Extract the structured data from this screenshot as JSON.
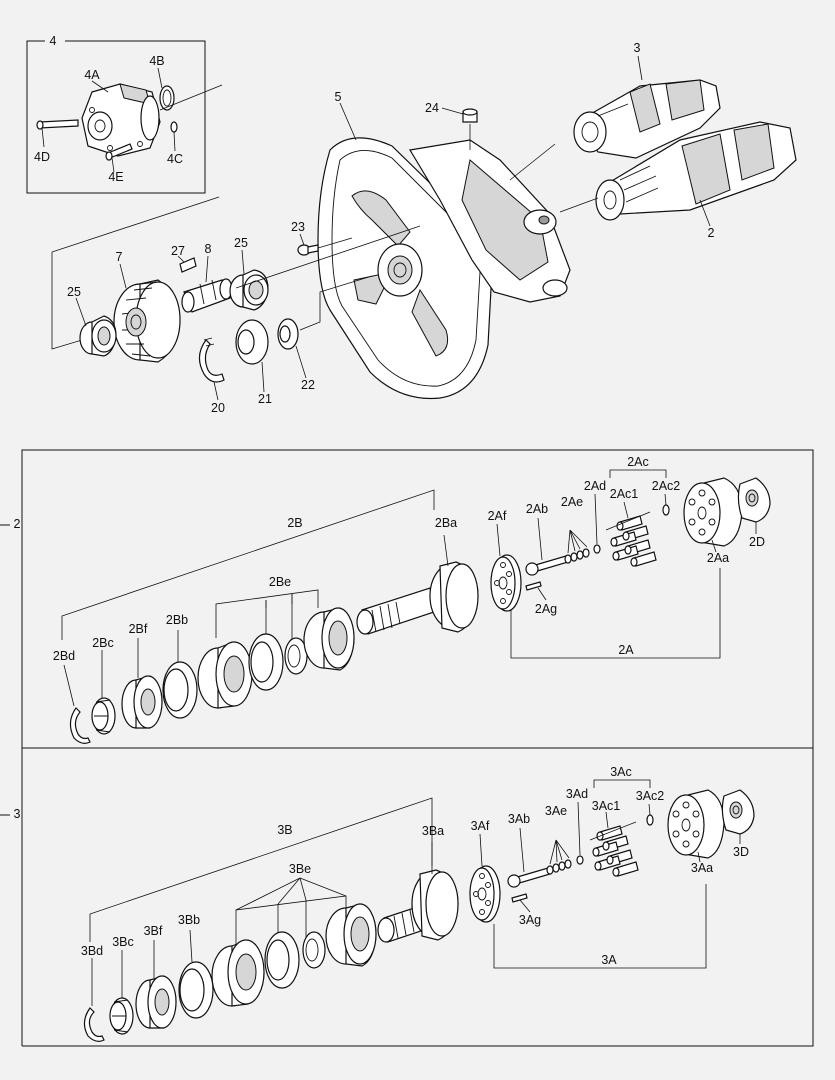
{
  "labels": {
    "l4": "4",
    "l4A": "4A",
    "l4B": "4B",
    "l4C": "4C",
    "l4D": "4D",
    "l4E": "4E",
    "l5": "5",
    "l3": "3",
    "l24": "24",
    "l2": "2",
    "l23": "23",
    "l27": "27",
    "l8": "8",
    "l25a": "25",
    "l7": "7",
    "l25b": "25",
    "l20": "20",
    "l21": "21",
    "l22": "22",
    "s2": "2",
    "l2B": "2B",
    "l2Ba": "2Ba",
    "l2Af": "2Af",
    "l2Ab": "2Ab",
    "l2Ae": "2Ae",
    "l2Ad": "2Ad",
    "l2Ac": "2Ac",
    "l2Ac1": "2Ac1",
    "l2Ac2": "2Ac2",
    "l2Aa": "2Aa",
    "l2D": "2D",
    "l2Ag": "2Ag",
    "l2A": "2A",
    "l2Be": "2Be",
    "l2Bd": "2Bd",
    "l2Bc": "2Bc",
    "l2Bf": "2Bf",
    "l2Bb": "2Bb",
    "s3": "3",
    "l3B": "3B",
    "l3Ba": "3Ba",
    "l3Af": "3Af",
    "l3Ab": "3Ab",
    "l3Ae": "3Ae",
    "l3Ad": "3Ad",
    "l3Ac": "3Ac",
    "l3Ac1": "3Ac1",
    "l3Ac2": "3Ac2",
    "l3Aa": "3Aa",
    "l3D": "3D",
    "l3Ag": "3Ag",
    "l3A": "3A",
    "l3Be": "3Be",
    "l3Bd": "3Bd",
    "l3Bc": "3Bc",
    "l3Bf": "3Bf",
    "l3Bb": "3Bb"
  },
  "colors": {
    "background": "#f2f2f2",
    "line": "#111111",
    "fill": "#ffffff",
    "shade": "#d6d6d6"
  }
}
